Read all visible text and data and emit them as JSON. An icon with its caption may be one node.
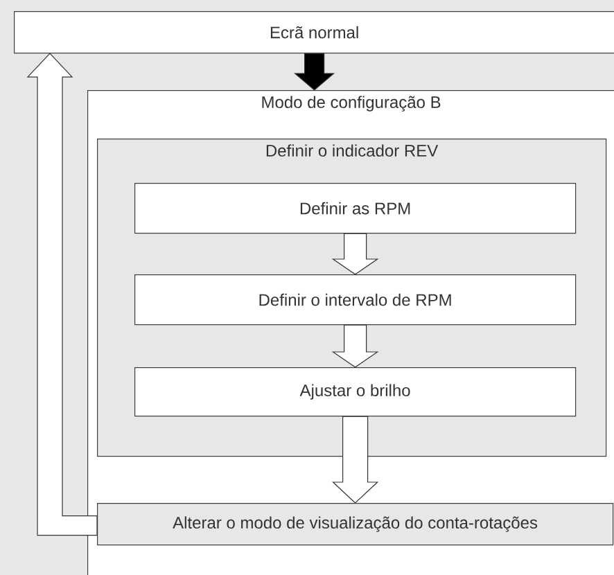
{
  "diagram": {
    "nodes": [
      {
        "text": [
          "Ecrã normal"
        ]
      },
      {
        "text": [
          "Modo de configuração B"
        ]
      },
      {
        "text": [
          "Definir o indicador REV"
        ],
        "in": 1
      },
      {
        "text": [
          "Definir as RPM"
        ],
        "in": 2
      },
      {
        "text": [
          "Definir o intervalo de RPM"
        ],
        "in": 2
      },
      {
        "text": [
          "Ajustar o brilho"
        ],
        "in": 2
      },
      {
        "text": [
          "Alterar o modo de visualização do conta-rotações"
        ],
        "in": 1
      }
    ],
    "edges": [
      {
        "from": 0,
        "to": 1,
        "arrow": "to",
        "style": "thick"
      },
      {
        "from": 3,
        "to": 4,
        "arrow": "to"
      },
      {
        "from": 4,
        "to": 5,
        "arrow": "to"
      },
      {
        "from": 5,
        "to": 6,
        "arrow": "to"
      },
      {
        "from": 6,
        "to": 0,
        "arrow": "to"
      }
    ]
  }
}
